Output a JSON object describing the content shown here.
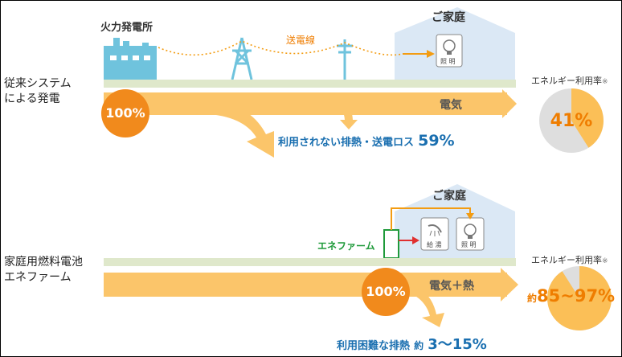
{
  "conventional": {
    "plant_label": "火力発電所",
    "line_label": "送電線",
    "home_label": "ご家庭",
    "lamp_label": "照 明",
    "system_label_line1": "従来システム",
    "system_label_line2": "による発電",
    "input_percent": "100%",
    "flow_label": "電気",
    "loss_label": "利用されない排熱・送電ロス",
    "loss_percent": "59%",
    "efficiency_title": "エネルギー利用率",
    "efficiency_note": "※",
    "efficiency_value": "41%",
    "efficiency_fraction": 0.41
  },
  "enefarm": {
    "home_label": "ご家庭",
    "unit_label": "エネファーム",
    "hot_water_label": "給 湯",
    "lamp_label": "照 明",
    "system_label_line1": "家庭用燃料電池",
    "system_label_line2": "エネファーム",
    "input_percent": "100%",
    "flow_label": "電気＋熱",
    "loss_label": "利用困難な排熱",
    "loss_prefix": "約",
    "loss_percent": "3～15%",
    "efficiency_title": "エネルギー利用率",
    "efficiency_note": "※",
    "efficiency_prefix": "約",
    "efficiency_value": "85~97%",
    "efficiency_fraction": 0.91
  },
  "colors": {
    "arrow": "#fbc56a",
    "circle": "#f18a1c",
    "ground": "#dfe8cb",
    "house": "#dbe8f5",
    "plant": "#6fc3dd",
    "pie_grey": "#dedede",
    "pie_orange": "#fbbf57"
  }
}
